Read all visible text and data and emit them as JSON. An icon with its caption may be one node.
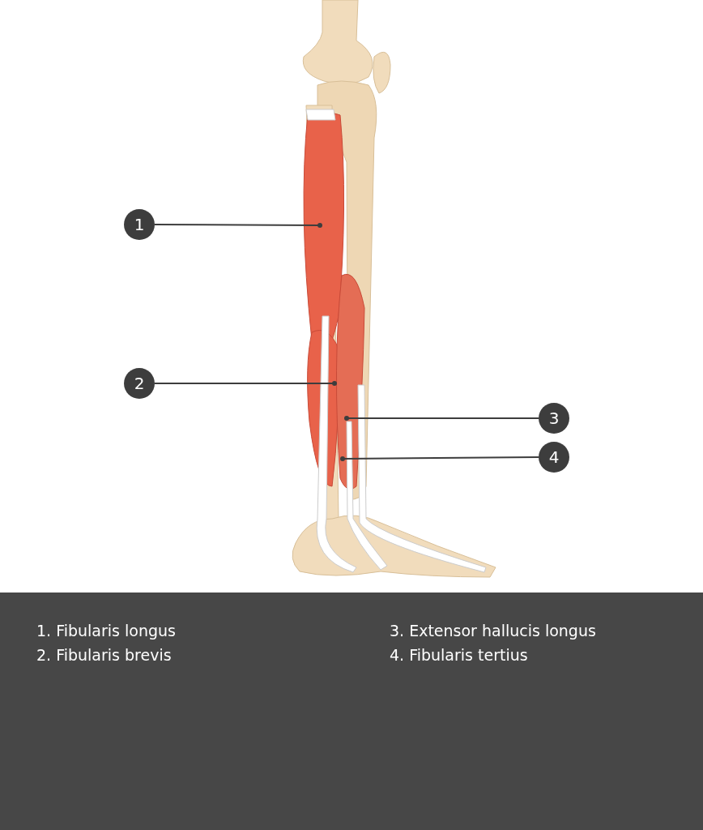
{
  "diagram": {
    "nodes": [
      {
        "text": [
          "1"
        ]
      },
      {
        "text": [
          "2"
        ]
      },
      {
        "text": [
          "3"
        ]
      },
      {
        "text": [
          "4"
        ]
      }
    ],
    "edges": [
      {
        "from": 0,
        "to": null,
        "arrow": "other"
      },
      {
        "from": 1,
        "to": null,
        "arrow": "other"
      },
      {
        "from": 2,
        "to": null,
        "arrow": "other"
      },
      {
        "from": 3,
        "to": null,
        "arrow": "other"
      }
    ],
    "labels": [
      "1. Fibularis longus",
      "2. Fibularis brevis",
      "3. Extensor hallucis longus",
      "4. Fibularis tertius"
    ]
  }
}
